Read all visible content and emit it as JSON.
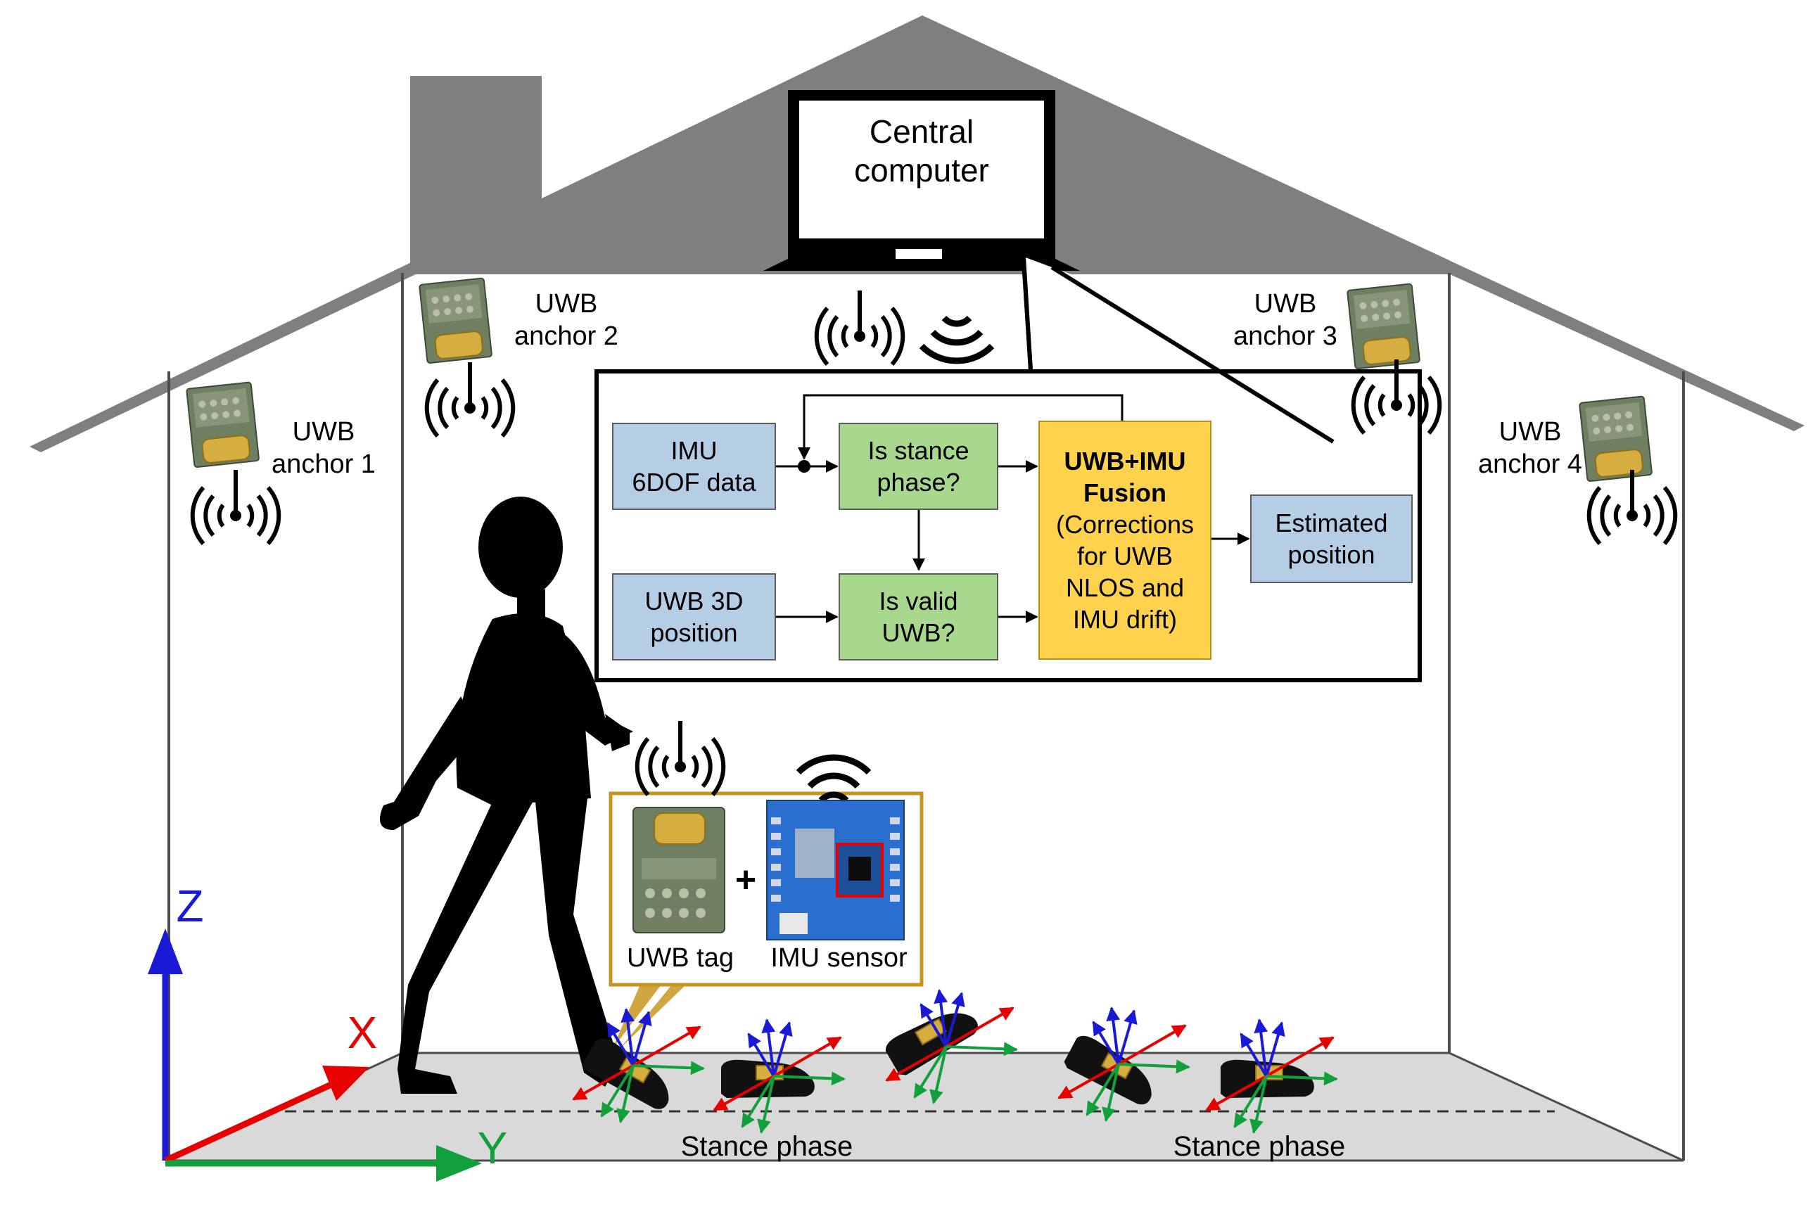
{
  "computer": {
    "line1": "Central",
    "line2": "computer"
  },
  "anchors": [
    {
      "line1": "UWB",
      "line2": "anchor 1"
    },
    {
      "line1": "UWB",
      "line2": "anchor 2"
    },
    {
      "line1": "UWB",
      "line2": "anchor 3"
    },
    {
      "line1": "UWB",
      "line2": "anchor 4"
    }
  ],
  "flow": {
    "imu": {
      "line1": "IMU",
      "line2": "6DOF data"
    },
    "uwb": {
      "line1": "UWB 3D",
      "line2": "position"
    },
    "stance": {
      "line1": "Is stance",
      "line2": "phase?"
    },
    "valid": {
      "line1": "Is valid",
      "line2": "UWB?"
    },
    "fusion": {
      "title1": "UWB+IMU",
      "title2": "Fusion",
      "line1": "(Corrections",
      "line2": "for UWB",
      "line3": "NLOS and",
      "line4": "IMU drift)"
    },
    "estimated": {
      "line1": "Estimated",
      "line2": "position"
    }
  },
  "sensor": {
    "tag_label": "UWB tag",
    "plus": "+",
    "imu_label": "IMU sensor"
  },
  "axes": {
    "x": "X",
    "y": "Y",
    "z": "Z"
  },
  "phases": [
    "Stance phase",
    "Stance phase"
  ],
  "colors": {
    "roof": "#7f7f7f",
    "blue_box": "#b6cde6",
    "green_box": "#a7d88e",
    "fusion_box": "#ffd24d",
    "axis_x": "#e60000",
    "axis_y": "#12a03c",
    "axis_z": "#1a1ad6",
    "callout": "#c8961e",
    "floor": "#d9d9d9"
  }
}
